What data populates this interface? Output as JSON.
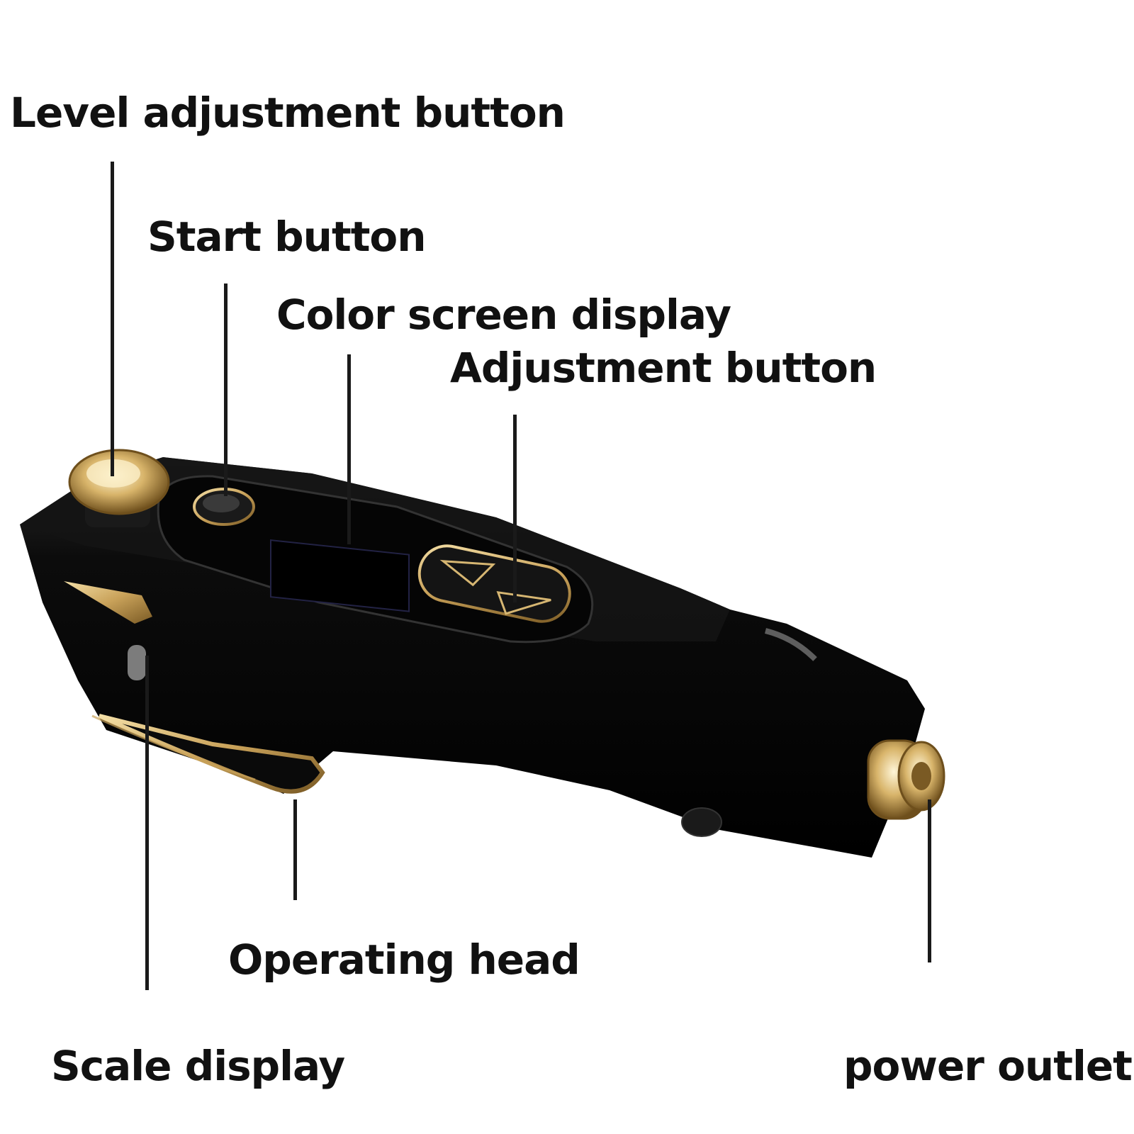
{
  "labels": {
    "level_adjustment_button": "Level adjustment button",
    "start_button": "Start button",
    "color_screen_display": "Color screen display",
    "adjustment_button": "Adjustment button",
    "operating_head": "Operating head",
    "scale_display": "Scale display",
    "power_outlet": "power outlet"
  },
  "colors": {
    "body": "#0b0b0b",
    "gold": "#c9a25a",
    "leader_line": "#1a1a1a",
    "text": "#111111"
  }
}
